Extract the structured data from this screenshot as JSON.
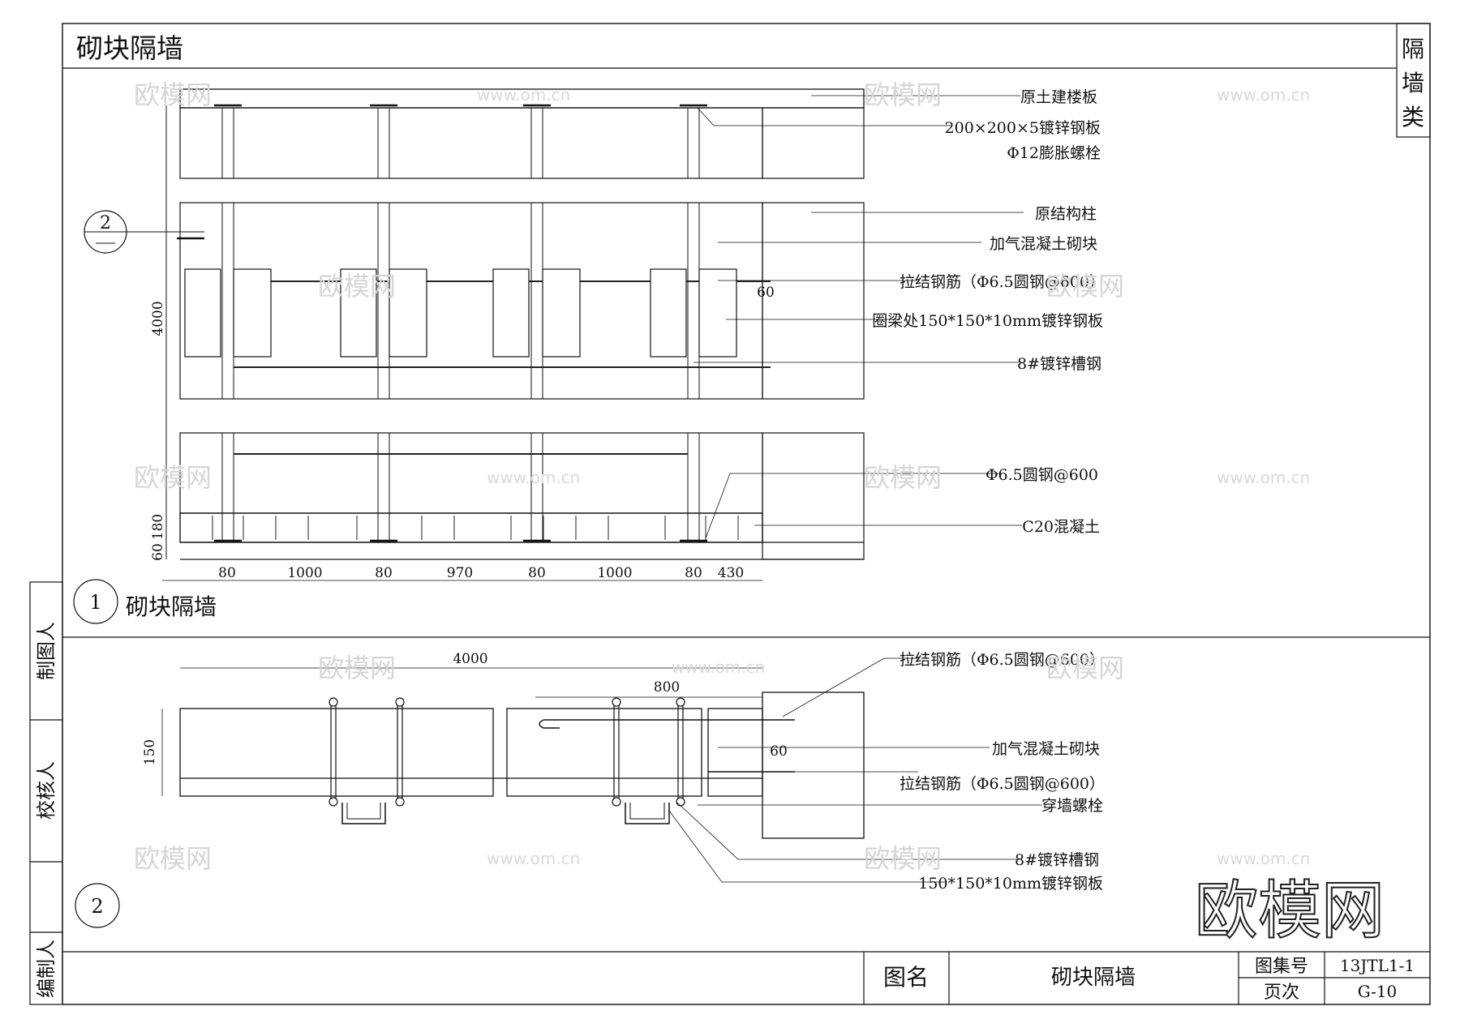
{
  "title": "砌块隔墙",
  "side_category": "隔墙类",
  "detail1": {
    "number": "1",
    "name": "砌块隔墙",
    "section_mark": "2",
    "height_dim": "4000",
    "bottom_dims": [
      "60",
      "180"
    ],
    "width_dims": [
      "80",
      "1000",
      "80",
      "970",
      "80",
      "1000",
      "80",
      "430"
    ],
    "gap_dim": "60",
    "labels": [
      "原土建楼板",
      "200×200×5镀锌钢板",
      "Φ12膨胀螺栓",
      "原结构柱",
      "加气混凝土砌块",
      "拉结钢筋（Φ6.5圆钢@600）",
      "圈梁处150*150*10mm镀锌钢板",
      "8#镀锌槽钢",
      "Φ6.5圆钢@600",
      "C20混凝土"
    ]
  },
  "detail2": {
    "number": "2",
    "total_dim": "4000",
    "overlap_dim": "800",
    "thickness_dim": "150",
    "gap_dim": "60",
    "labels": [
      "拉结钢筋（Φ6.5圆钢@600）",
      "加气混凝土砌块",
      "拉结钢筋（Φ6.5圆钢@600）",
      "穿墙螺栓",
      "8#镀锌槽钢",
      "150*150*10mm镀锌钢板"
    ]
  },
  "left_strip": [
    "制图人",
    "校核人",
    "编制人"
  ],
  "title_block": {
    "name_label": "图名",
    "name_value": "砌块隔墙",
    "atlas_label": "图集号",
    "atlas_value": "13JTL1-1",
    "page_label": "页次",
    "page_value": "G-10"
  },
  "watermarks": {
    "brand": "欧模网",
    "url": "www.om.cn"
  }
}
